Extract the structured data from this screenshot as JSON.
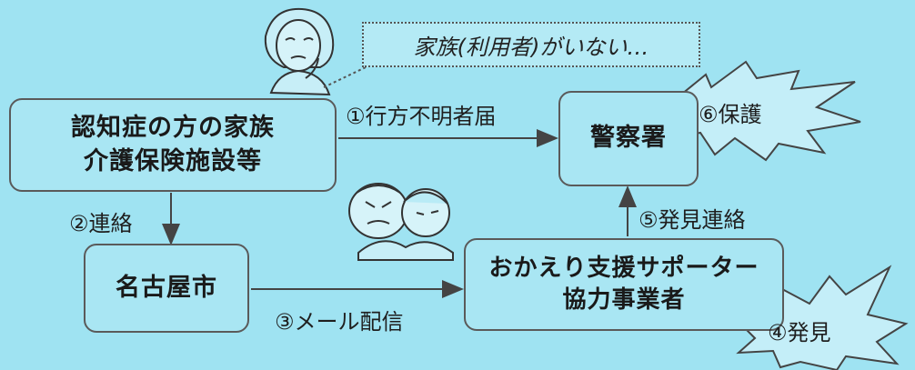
{
  "nodes": {
    "family": {
      "line1": "認知症の方の家族",
      "line2": "介護保険施設等"
    },
    "police": {
      "label": "警察署"
    },
    "city": {
      "label": "名古屋市"
    },
    "supporter": {
      "line1": "おかえり支援サポーター",
      "line2": "協力事業者"
    }
  },
  "edges": {
    "step1": "①行方不明者届",
    "step2": "②連絡",
    "step3": "③メール配信",
    "step4": "④発見",
    "step5": "⑤発見連絡",
    "step6": "⑥保護"
  },
  "speech_bubble": "家族(利用者)がいない…",
  "colors": {
    "background": "#9fe3f2",
    "line": "#5a5a5a"
  }
}
